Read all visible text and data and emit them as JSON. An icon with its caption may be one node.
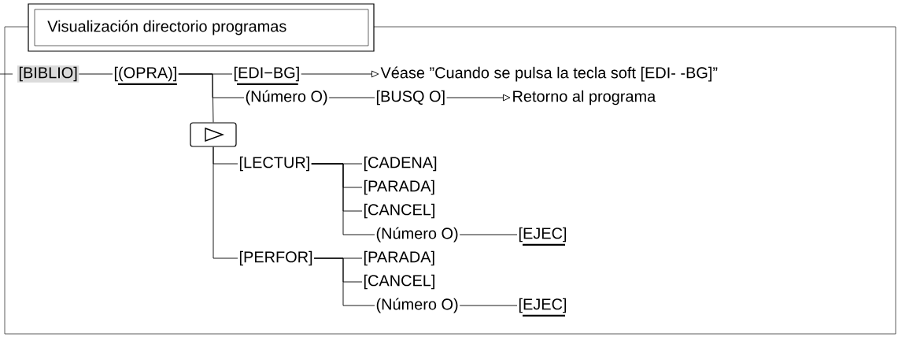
{
  "diagram": {
    "title": "Visualización directorio programas",
    "nodes": [
      {
        "text": [
          "[BIBLIO]"
        ]
      },
      {
        "text": [
          "[(OPRA)]"
        ]
      },
      {
        "text": [
          "[EDI−BG]"
        ]
      },
      {
        "text": [
          "Véase ”Cuando se pulsa la tecla soft [EDI- -BG]”"
        ]
      },
      {
        "text": [
          "(Número O)"
        ]
      },
      {
        "text": [
          "[BUSQ O]"
        ]
      },
      {
        "text": [
          "Retorno al programa"
        ]
      },
      {
        "text": [],
        "shape": "box"
      },
      {
        "text": [
          "[LECTUR]"
        ]
      },
      {
        "text": [
          "[CADENA]"
        ]
      },
      {
        "text": [
          "[PARADA]"
        ]
      },
      {
        "text": [
          "[CANCEL]"
        ]
      },
      {
        "text": [
          "(Número O)"
        ]
      },
      {
        "text": [
          "[EJEC]"
        ]
      },
      {
        "text": [
          "[PERFOR]"
        ]
      },
      {
        "text": [
          "[PARADA]"
        ]
      },
      {
        "text": [
          "[CANCEL]"
        ]
      },
      {
        "text": [
          "(Número O)"
        ]
      },
      {
        "text": [
          "[EJEC]"
        ]
      }
    ],
    "edges": [
      {
        "from": 0,
        "to": 1,
        "arrow": "none"
      },
      {
        "from": 1,
        "to": 2,
        "arrow": "none"
      },
      {
        "from": 2,
        "to": 3,
        "arrow": "to"
      },
      {
        "from": 1,
        "to": 4,
        "arrow": "none"
      },
      {
        "from": 4,
        "to": 5,
        "arrow": "none"
      },
      {
        "from": 5,
        "to": 6,
        "arrow": "to"
      },
      {
        "from": 1,
        "to": 7,
        "arrow": "none"
      },
      {
        "from": 7,
        "to": 8,
        "arrow": "none"
      },
      {
        "from": 8,
        "to": 9,
        "arrow": "none"
      },
      {
        "from": 8,
        "to": 10,
        "arrow": "none"
      },
      {
        "from": 8,
        "to": 11,
        "arrow": "none"
      },
      {
        "from": 8,
        "to": 12,
        "arrow": "none"
      },
      {
        "from": 12,
        "to": 13,
        "arrow": "none"
      },
      {
        "from": 7,
        "to": 14,
        "arrow": "none"
      },
      {
        "from": 14,
        "to": 15,
        "arrow": "none"
      },
      {
        "from": 14,
        "to": 16,
        "arrow": "none"
      },
      {
        "from": 14,
        "to": 17,
        "arrow": "none"
      },
      {
        "from": 17,
        "to": 18,
        "arrow": "none"
      }
    ]
  }
}
